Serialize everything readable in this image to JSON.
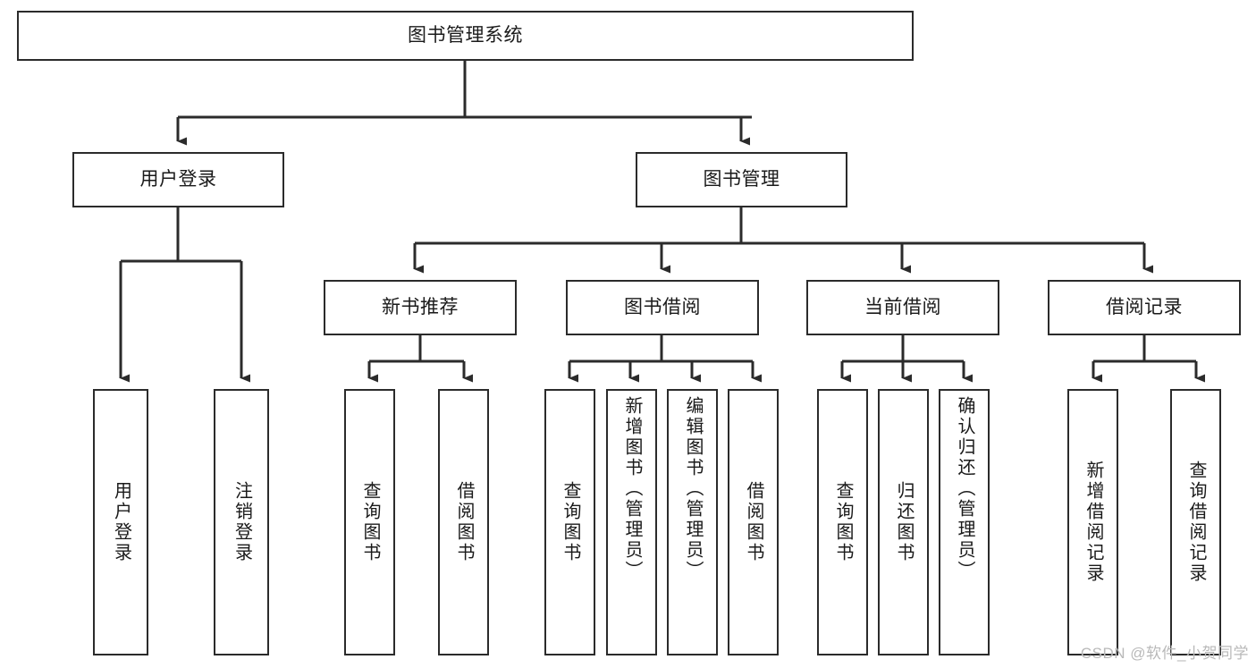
{
  "diagram": {
    "type": "tree",
    "title": "图书管理系统",
    "root": {
      "id": "root",
      "label": "图书管理系统"
    },
    "level2": [
      {
        "id": "user-login",
        "label": "用户登录"
      },
      {
        "id": "book-manage",
        "label": "图书管理"
      }
    ],
    "level3": [
      {
        "id": "new-book-recommend",
        "label": "新书推荐"
      },
      {
        "id": "book-borrow",
        "label": "图书借阅"
      },
      {
        "id": "current-borrow",
        "label": "当前借阅"
      },
      {
        "id": "borrow-record",
        "label": "借阅记录"
      }
    ],
    "leaves": [
      {
        "id": "leaf-user-login",
        "label": "用户登录",
        "parent": "user-login"
      },
      {
        "id": "leaf-user-logout",
        "label": "注销登录",
        "parent": "user-login"
      },
      {
        "id": "leaf-query-book-1",
        "label": "查询图书",
        "parent": "new-book-recommend"
      },
      {
        "id": "leaf-borrow-book-1",
        "label": "借阅图书",
        "parent": "new-book-recommend"
      },
      {
        "id": "leaf-query-book-2",
        "label": "查询图书",
        "parent": "book-borrow"
      },
      {
        "id": "leaf-add-book",
        "label": "新增图书（管理员）",
        "parent": "book-borrow"
      },
      {
        "id": "leaf-edit-book",
        "label": "编辑图书（管理员）",
        "parent": "book-borrow"
      },
      {
        "id": "leaf-borrow-book-2",
        "label": "借阅图书",
        "parent": "book-borrow"
      },
      {
        "id": "leaf-query-book-3",
        "label": "查询图书",
        "parent": "current-borrow"
      },
      {
        "id": "leaf-return-book",
        "label": "归还图书",
        "parent": "current-borrow"
      },
      {
        "id": "leaf-confirm-return",
        "label": "确认归还（管理员）",
        "parent": "current-borrow"
      },
      {
        "id": "leaf-add-record",
        "label": "新增借阅记录",
        "parent": "borrow-record"
      },
      {
        "id": "leaf-query-record",
        "label": "查询借阅记录",
        "parent": "borrow-record"
      }
    ],
    "colors": {
      "stroke": "#2b2b2b",
      "fill": "#ffffff",
      "text": "#1a1a1a",
      "watermark": "#b9b9b9"
    }
  },
  "watermark": {
    "text": "CSDN @软件_小贺同学"
  }
}
